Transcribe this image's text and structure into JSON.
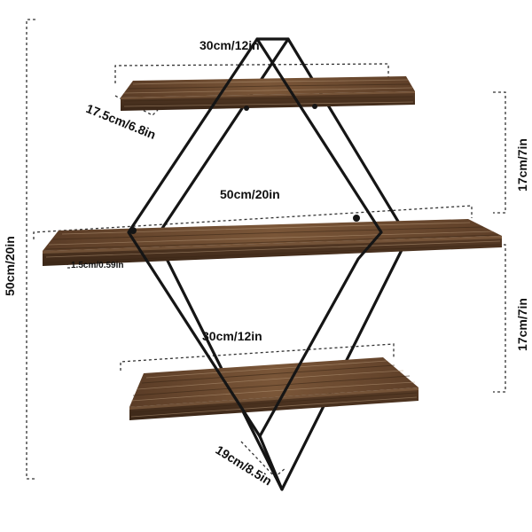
{
  "image": {
    "subject": "three-tier rustic wood wall shelf with black diamond-shaped metal frame",
    "colors": {
      "wood_top": "#6b4a30",
      "wood_front": "#4e3522",
      "wood_edge": "#3a2617",
      "frame": "#151515",
      "background": "#ffffff"
    }
  },
  "dimensions": {
    "top_width": "30cm/12in",
    "top_depth": "17.5cm/6.8in",
    "middle_width": "50cm/20in",
    "thickness": "1.5cm/0.59in",
    "bottom_width": "30cm/12in",
    "bottom_depth": "19cm/8.5in",
    "total_height": "50cm/20in",
    "upper_gap": "17cm/7in",
    "lower_gap": "17cm/7in"
  }
}
